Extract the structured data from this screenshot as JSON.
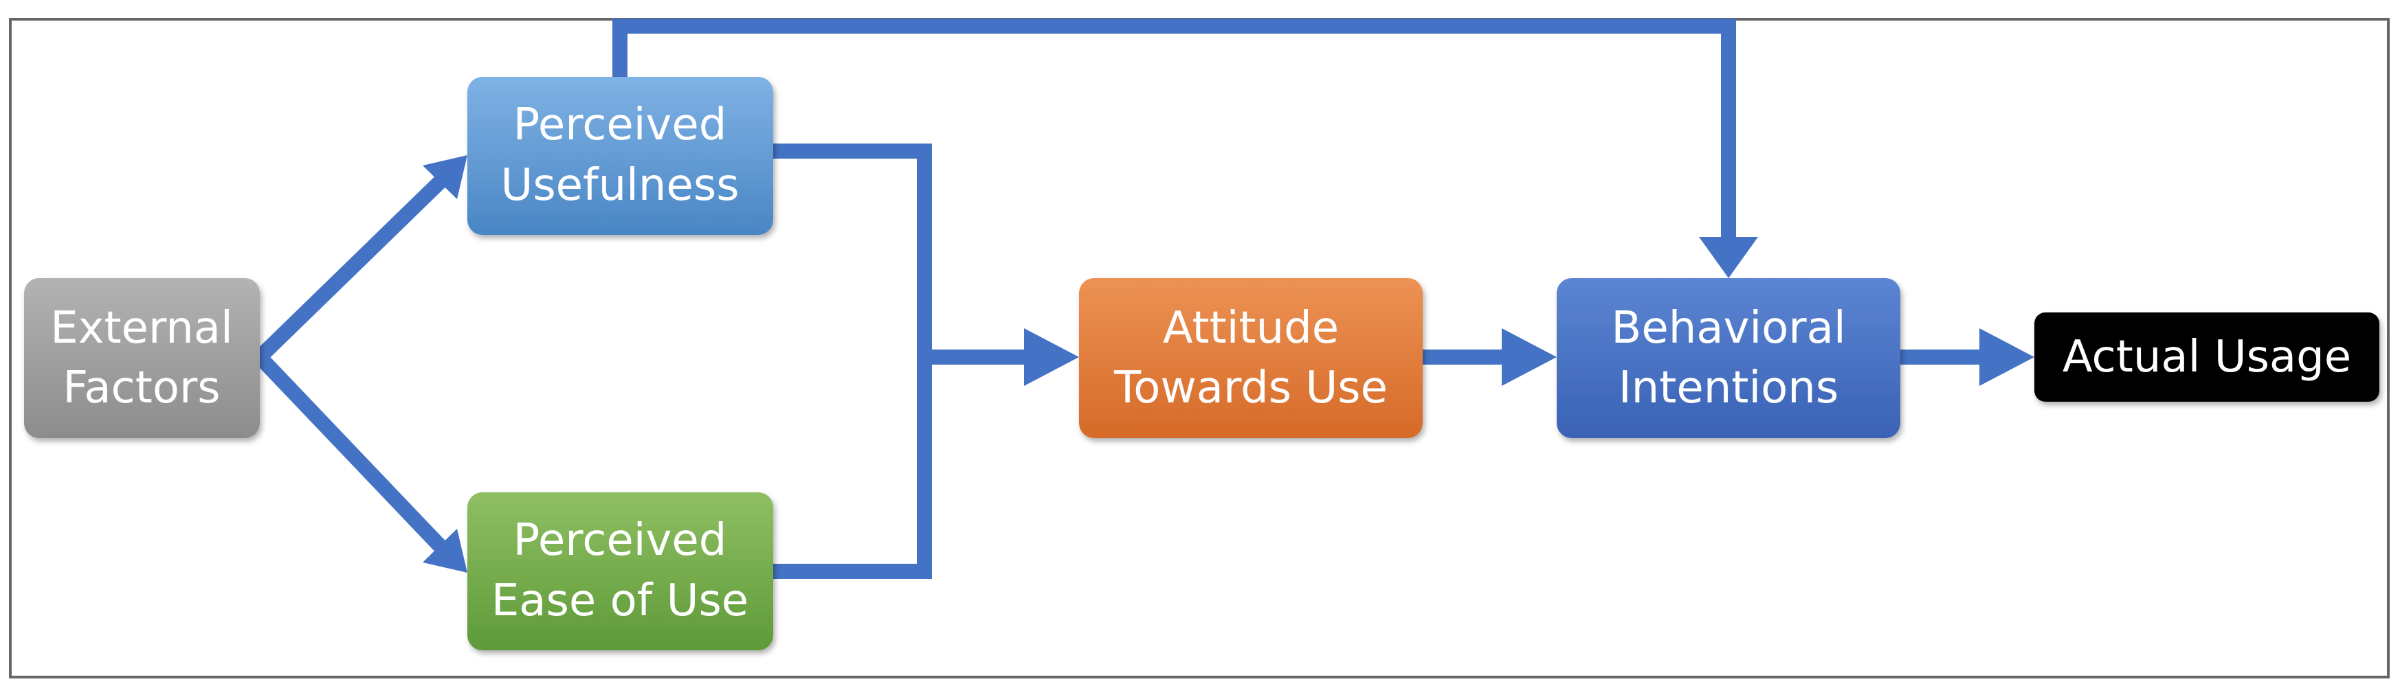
{
  "colors": {
    "connector": "#4472c4",
    "frame": "#666666",
    "external_factors": "#9e9e9e",
    "perceived_usefulness": "#5b9bd5",
    "perceived_ease_of_use": "#70ad47",
    "attitude_towards_use": "#e07b39",
    "behavioral_intentions": "#4472c4",
    "actual_usage": "#000000"
  },
  "nodes": {
    "external_factors": {
      "line1": "External",
      "line2": "Factors"
    },
    "perceived_usefulness": {
      "line1": "Perceived",
      "line2": "Usefulness"
    },
    "perceived_ease_of_use": {
      "line1": "Perceived",
      "line2": "Ease of Use"
    },
    "attitude_towards_use": {
      "line1": "Attitude",
      "line2": "Towards Use"
    },
    "behavioral_intentions": {
      "line1": "Behavioral",
      "line2": "Intentions"
    },
    "actual_usage": {
      "label": "Actual Usage"
    }
  }
}
